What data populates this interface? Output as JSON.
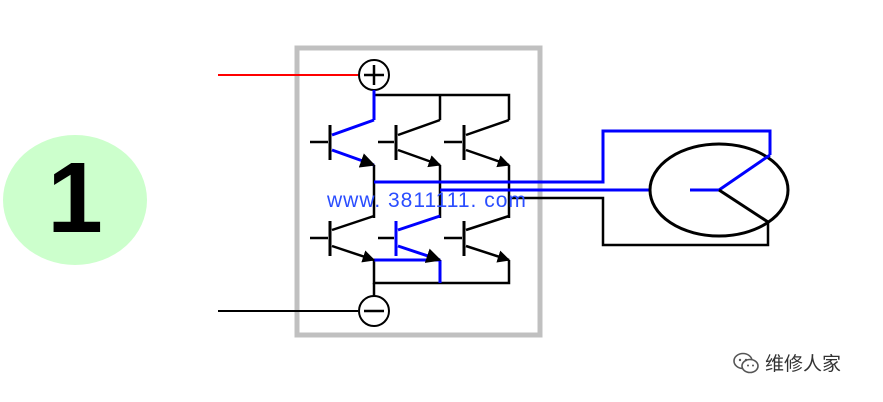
{
  "badge": {
    "number": "1"
  },
  "url_text": "www. 3811111. com",
  "watermark": {
    "text": "维修人家",
    "icon": "wechat-icon"
  },
  "colors": {
    "positive_lead": "#ff0000",
    "current_path": "#0000ff",
    "wire": "#000000",
    "inverter_border": "#c0c0c0",
    "badge": "#ccffcc"
  }
}
